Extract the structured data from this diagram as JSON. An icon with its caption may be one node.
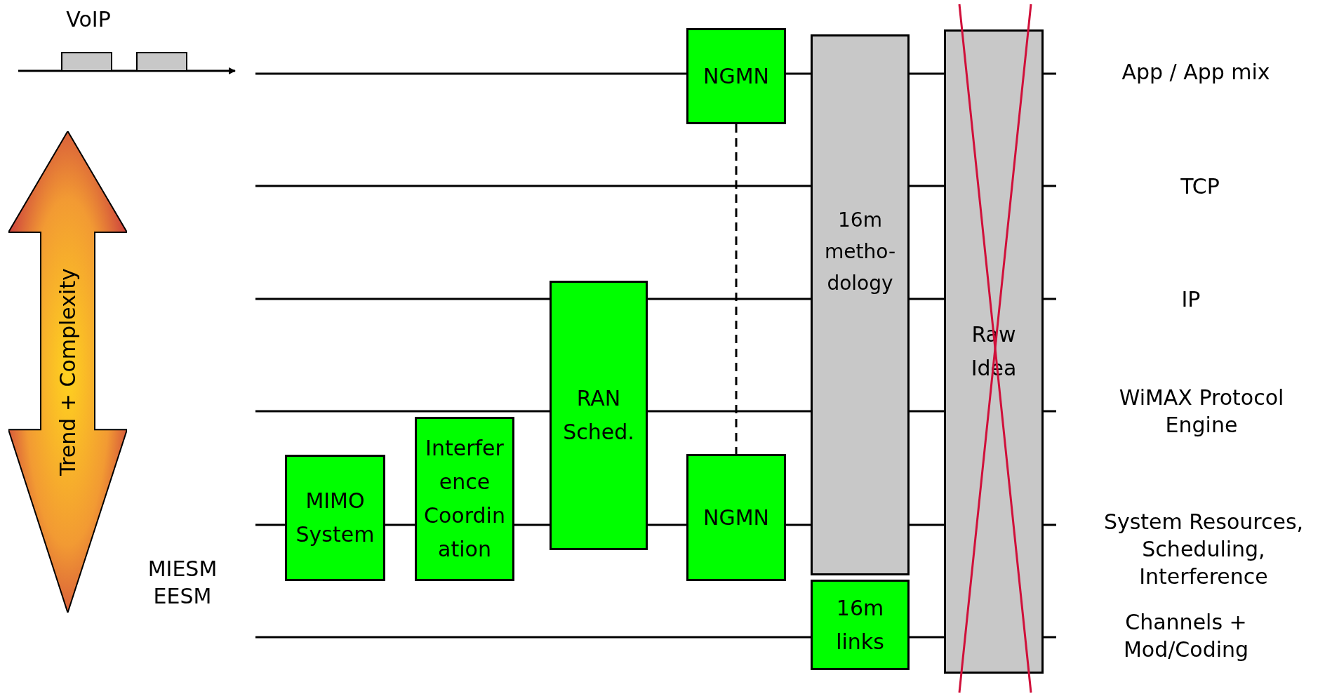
{
  "diagram": {
    "nodes": [
      {
        "text": [
          "NGMN"
        ]
      },
      {
        "text": [
          "16m metho- dology"
        ]
      },
      {
        "text": [
          "Raw Idea"
        ]
      },
      {
        "text": [
          "Trend + Complexity"
        ]
      },
      {
        "text": [
          "MIMO System"
        ]
      },
      {
        "text": [
          "Interfer ence Coordin ation"
        ]
      },
      {
        "text": [
          "RAN Sched."
        ]
      },
      {
        "text": [
          "NGMN"
        ]
      },
      {
        "text": [
          "16m links"
        ]
      }
    ],
    "edges": [
      {
        "from": 0,
        "to": 7,
        "arrow": "none",
        "style": "dashed"
      }
    ],
    "labels": [
      "VoIP",
      "App / App mix",
      "TCP",
      "IP",
      "WiMAX Protocol Engine",
      "System Resources, Scheduling, Interference",
      "MIESM EESM",
      "Channels + Mod/Coding"
    ]
  }
}
